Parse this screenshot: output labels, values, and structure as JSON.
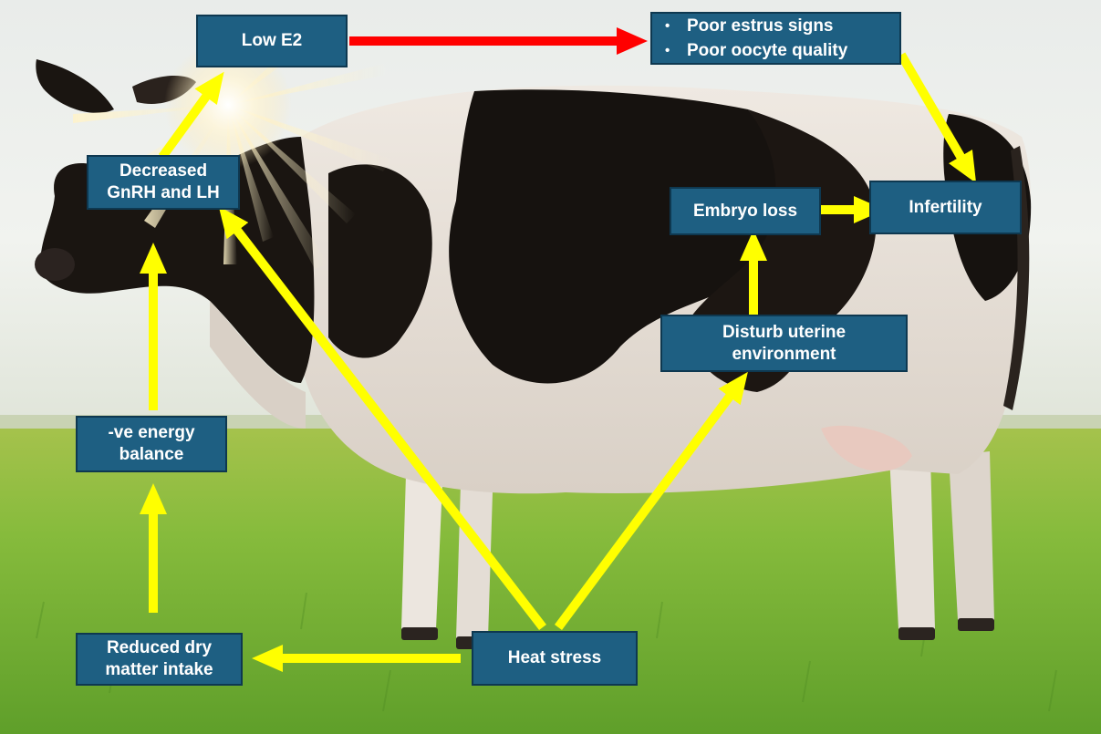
{
  "colors": {
    "node_fill": "#1e5f82",
    "node_border": "#0e3850",
    "node_text": "#ffffff",
    "arrow_main": "#ffff00",
    "arrow_estrogen": "#ff0000",
    "sky": "#eef2f0",
    "grass": "#7ab83a",
    "cow_white": "#ece6df",
    "cow_black": "#16120f"
  },
  "nodes": {
    "low_e2": {
      "label": "Low E2"
    },
    "estrus_quality": {
      "items": [
        "Poor estrus signs",
        "Poor oocyte quality"
      ]
    },
    "gnrh_lh": {
      "lines": [
        "Decreased",
        "GnRH and LH"
      ]
    },
    "embryo_loss": {
      "label": "Embryo loss"
    },
    "infertility": {
      "label": "Infertility"
    },
    "uterine": {
      "lines": [
        "Disturb uterine",
        "environment"
      ]
    },
    "energy_balance": {
      "lines": [
        "-ve energy",
        "balance"
      ]
    },
    "dry_matter": {
      "lines": [
        "Reduced dry",
        "matter intake"
      ]
    },
    "heat_stress": {
      "label": "Heat stress"
    }
  },
  "edges": [
    {
      "from": "Low E2",
      "to": "Poor estrus signs / Poor oocyte quality",
      "color": "red"
    },
    {
      "from": "Poor estrus signs / Poor oocyte quality",
      "to": "Infertility",
      "color": "yellow"
    },
    {
      "from": "Decreased GnRH and LH",
      "to": "Low E2",
      "color": "yellow"
    },
    {
      "from": "-ve energy balance",
      "to": "Decreased GnRH and LH",
      "color": "yellow"
    },
    {
      "from": "Reduced dry matter intake",
      "to": "-ve energy balance",
      "color": "yellow"
    },
    {
      "from": "Heat stress",
      "to": "Reduced dry matter intake",
      "color": "yellow"
    },
    {
      "from": "Heat stress",
      "to": "Decreased GnRH and LH",
      "color": "yellow"
    },
    {
      "from": "Heat stress",
      "to": "Disturb uterine environment",
      "color": "yellow"
    },
    {
      "from": "Disturb uterine environment",
      "to": "Embryo loss",
      "color": "yellow"
    },
    {
      "from": "Embryo loss",
      "to": "Infertility",
      "color": "yellow"
    }
  ]
}
